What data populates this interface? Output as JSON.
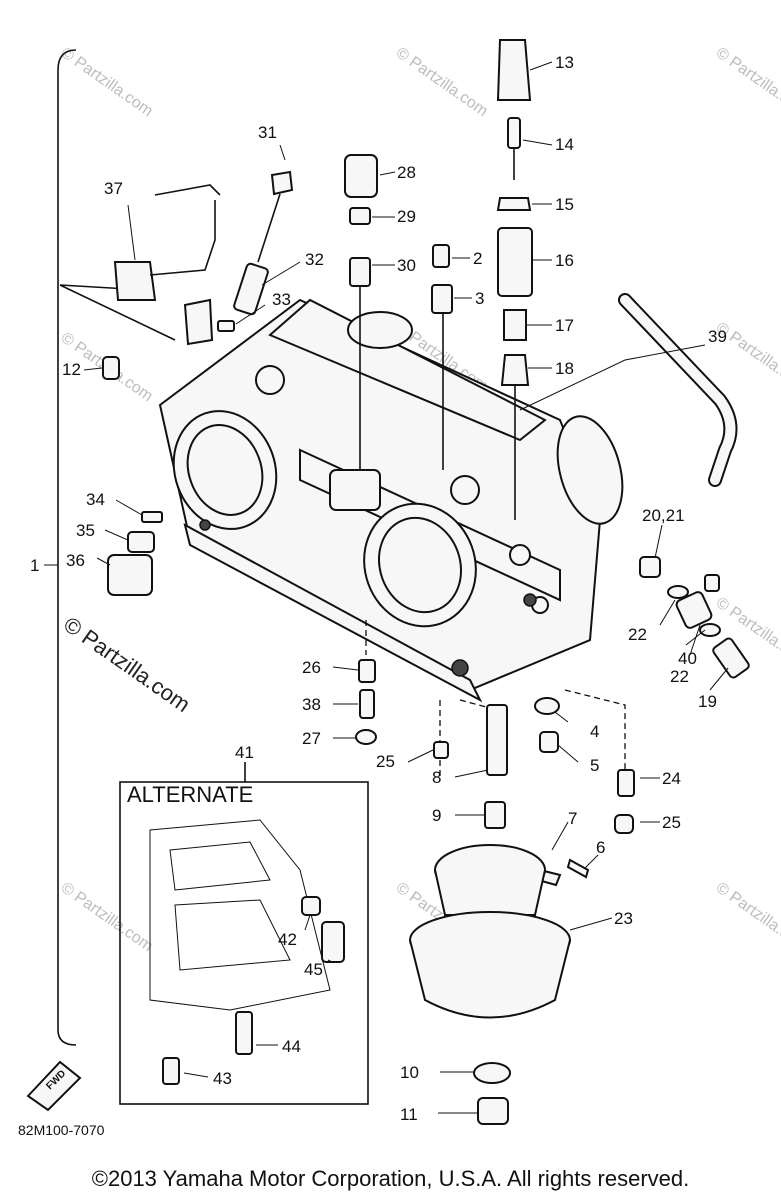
{
  "diagram": {
    "code": "82M100-7070",
    "alternate_box_number": "41",
    "alternate_box_title": "ALTERNATE",
    "front_marker": "FWD",
    "watermark_side": "© Partzilla.com",
    "watermark_tile": "© Partzilla.com",
    "copyright": "©2013  Yamaha Motor Corporation, U.S.A. All rights reserved."
  },
  "callouts": [
    {
      "id": "c1",
      "label": "1"
    },
    {
      "id": "c2",
      "label": "2"
    },
    {
      "id": "c3",
      "label": "3"
    },
    {
      "id": "c4",
      "label": "4"
    },
    {
      "id": "c5",
      "label": "5"
    },
    {
      "id": "c6",
      "label": "6"
    },
    {
      "id": "c7",
      "label": "7"
    },
    {
      "id": "c8",
      "label": "8"
    },
    {
      "id": "c9",
      "label": "9"
    },
    {
      "id": "c10",
      "label": "10"
    },
    {
      "id": "c11",
      "label": "11"
    },
    {
      "id": "c12",
      "label": "12"
    },
    {
      "id": "c13",
      "label": "13"
    },
    {
      "id": "c14",
      "label": "14"
    },
    {
      "id": "c15",
      "label": "15"
    },
    {
      "id": "c16",
      "label": "16"
    },
    {
      "id": "c17",
      "label": "17"
    },
    {
      "id": "c18",
      "label": "18"
    },
    {
      "id": "c19",
      "label": "19"
    },
    {
      "id": "c2021",
      "label": "20,21"
    },
    {
      "id": "c22a",
      "label": "22"
    },
    {
      "id": "c22b",
      "label": "22"
    },
    {
      "id": "c23",
      "label": "23"
    },
    {
      "id": "c24",
      "label": "24"
    },
    {
      "id": "c25a",
      "label": "25"
    },
    {
      "id": "c25b",
      "label": "25"
    },
    {
      "id": "c26",
      "label": "26"
    },
    {
      "id": "c27",
      "label": "27"
    },
    {
      "id": "c28",
      "label": "28"
    },
    {
      "id": "c29",
      "label": "29"
    },
    {
      "id": "c30",
      "label": "30"
    },
    {
      "id": "c31",
      "label": "31"
    },
    {
      "id": "c32",
      "label": "32"
    },
    {
      "id": "c33",
      "label": "33"
    },
    {
      "id": "c34",
      "label": "34"
    },
    {
      "id": "c35",
      "label": "35"
    },
    {
      "id": "c36",
      "label": "36"
    },
    {
      "id": "c37",
      "label": "37"
    },
    {
      "id": "c38",
      "label": "38"
    },
    {
      "id": "c39",
      "label": "39"
    },
    {
      "id": "c40",
      "label": "40"
    },
    {
      "id": "c42",
      "label": "42"
    },
    {
      "id": "c43",
      "label": "43"
    },
    {
      "id": "c44",
      "label": "44"
    },
    {
      "id": "c45",
      "label": "45"
    }
  ]
}
